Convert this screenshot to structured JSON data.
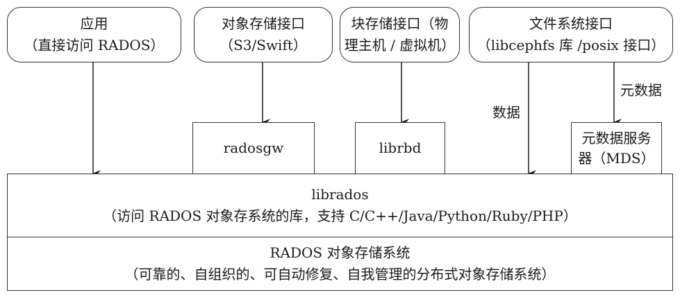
{
  "top_boxes": {
    "app": {
      "line1": "应用",
      "line2": "（直接访问 RADOS）"
    },
    "object": {
      "line1": "对象存储接口",
      "line2": "（S3/Swift）"
    },
    "block": {
      "line1": "块存储接口（物",
      "line2": "理主机 / 虚拟机）"
    },
    "file": {
      "line1": "文件系统接口",
      "line2": "（libcephfs 库 /posix 接口）"
    }
  },
  "middle_boxes": {
    "radosgw": "radosgw",
    "librbd": "librbd",
    "mds": {
      "line1": "元数据服务",
      "line2": "器（MDS）"
    }
  },
  "edge_labels": {
    "data": "数据",
    "metadata": "元数据"
  },
  "librados": {
    "line1": "librados",
    "line2": "（访问 RADOS 对象存系统的库，支持 C/C++/Java/Python/Ruby/PHP）"
  },
  "rados": {
    "line1": "RADOS 对象存储系统",
    "line2": "（可靠的、自组织的、可自动修复、自我管理的分布式对象存储系统）"
  }
}
